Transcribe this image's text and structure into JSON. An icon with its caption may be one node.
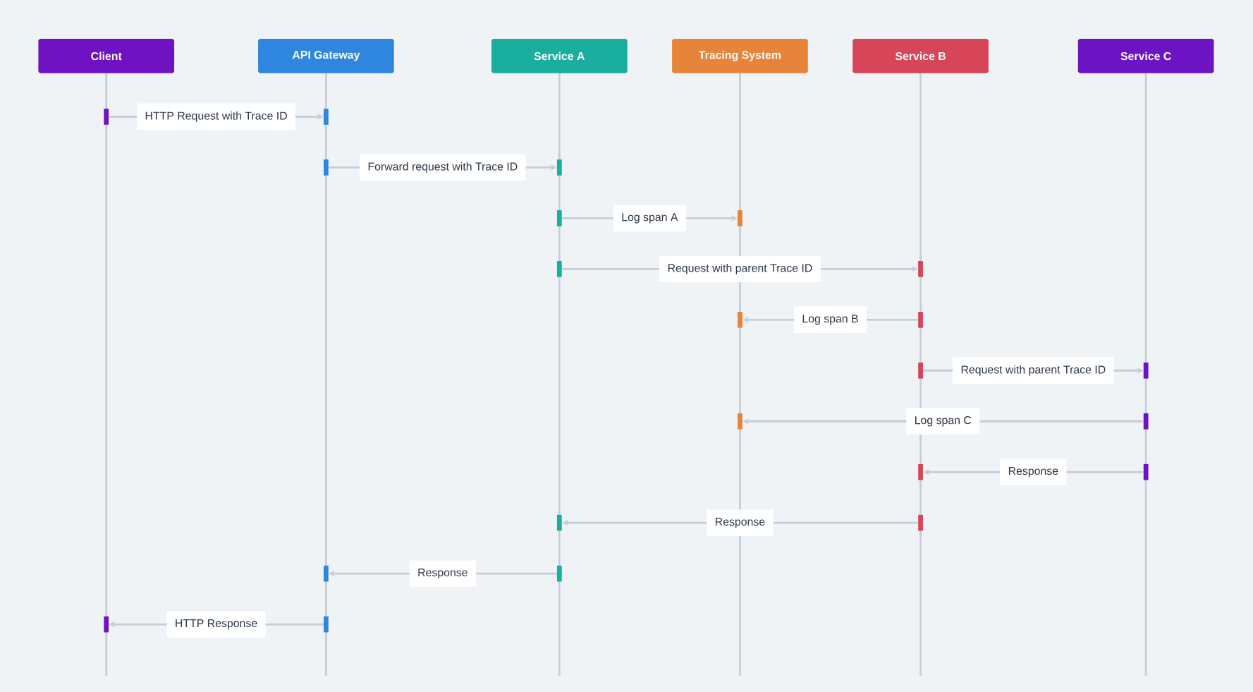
{
  "diagram": {
    "nodes": [
      {
        "text": [
          "Client"
        ]
      },
      {
        "text": [
          "API Gateway"
        ]
      },
      {
        "text": [
          "Service A"
        ]
      },
      {
        "text": [
          "Tracing System"
        ]
      },
      {
        "text": [
          "Service B"
        ]
      },
      {
        "text": [
          "Service C"
        ]
      },
      {
        "text": [],
        "shape": "bar"
      },
      {
        "text": [],
        "shape": "bar"
      },
      {
        "text": [],
        "shape": "bar"
      },
      {
        "text": [],
        "shape": "bar"
      },
      {
        "text": [],
        "shape": "bar"
      },
      {
        "text": [],
        "shape": "bar"
      },
      {
        "text": [],
        "shape": "bar"
      },
      {
        "text": [],
        "shape": "bar"
      },
      {
        "text": [],
        "shape": "bar"
      },
      {
        "text": [],
        "shape": "bar"
      },
      {
        "text": [],
        "shape": "bar"
      },
      {
        "text": [],
        "shape": "bar"
      },
      {
        "text": [],
        "shape": "bar"
      },
      {
        "text": [],
        "shape": "bar"
      },
      {
        "text": [],
        "shape": "bar"
      },
      {
        "text": [],
        "shape": "bar"
      },
      {
        "text": [],
        "shape": "bar"
      },
      {
        "text": [],
        "shape": "bar"
      },
      {
        "text": [],
        "shape": "bar"
      },
      {
        "text": [],
        "shape": "bar"
      },
      {
        "text": [],
        "shape": "bar"
      },
      {
        "text": [],
        "shape": "bar"
      }
    ],
    "edges": [
      {
        "from": 6,
        "to": 7,
        "arrow": "to",
        "label": "HTTP Request with Trace ID"
      },
      {
        "from": 8,
        "to": 9,
        "arrow": "to",
        "label": "Forward request with Trace ID"
      },
      {
        "from": 10,
        "to": 11,
        "arrow": "to",
        "label": "Log span A"
      },
      {
        "from": 12,
        "to": 13,
        "arrow": "to",
        "label": "Request with parent Trace ID"
      },
      {
        "from": 15,
        "to": 14,
        "arrow": "to",
        "label": "Log span B"
      },
      {
        "from": 16,
        "to": 17,
        "arrow": "to",
        "label": "Request with parent Trace ID"
      },
      {
        "from": 19,
        "to": 18,
        "arrow": "to",
        "label": "Log span C"
      },
      {
        "from": 21,
        "to": 20,
        "arrow": "to",
        "label": "Response"
      },
      {
        "from": 23,
        "to": 22,
        "arrow": "to",
        "label": "Response"
      },
      {
        "from": 25,
        "to": 24,
        "arrow": "to",
        "label": "Response"
      },
      {
        "from": 27,
        "to": 26,
        "arrow": "to",
        "label": "HTTP Response"
      }
    ]
  }
}
